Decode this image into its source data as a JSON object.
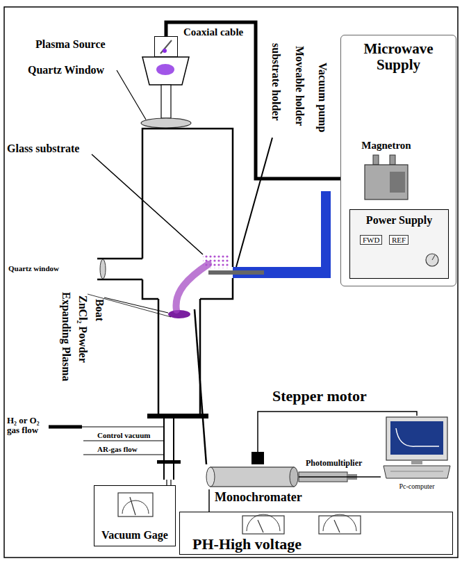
{
  "diagram": {
    "nodes": [
      {
        "text": [
          "Plasma Source"
        ]
      },
      {
        "text": [
          "Microwave Supply"
        ]
      },
      {
        "text": [
          "Magnetron"
        ],
        "in": 1
      },
      {
        "text": [
          "Power Supply",
          "FWD",
          "REF"
        ],
        "in": 1
      },
      {
        "text": [
          "Vacuum Gage"
        ]
      },
      {
        "text": [
          "Monochromater"
        ]
      },
      {
        "text": [
          "Pc-computer"
        ]
      },
      {
        "text": [
          "PH-High voltage"
        ]
      }
    ],
    "edges": [
      {
        "from": 0,
        "to": 2,
        "label": "Coaxial cable",
        "arrow": "none"
      },
      {
        "from": 5,
        "to": 6,
        "label": "Photomultiplier",
        "arrow": "none"
      },
      {
        "from": 5,
        "to": 7,
        "arrow": "none"
      }
    ],
    "labels": [
      "Quartz Window",
      "Vacuum pump",
      "Moveable holder",
      "substrate holder",
      "Glass substrate",
      "Quartz window",
      "Expanding Plasma",
      "ZnCl₂ Powder",
      "Boat",
      "Control vacuum",
      "AR-gas flow",
      "H₂ or O₂ gas flow",
      "Stepper motor"
    ]
  }
}
